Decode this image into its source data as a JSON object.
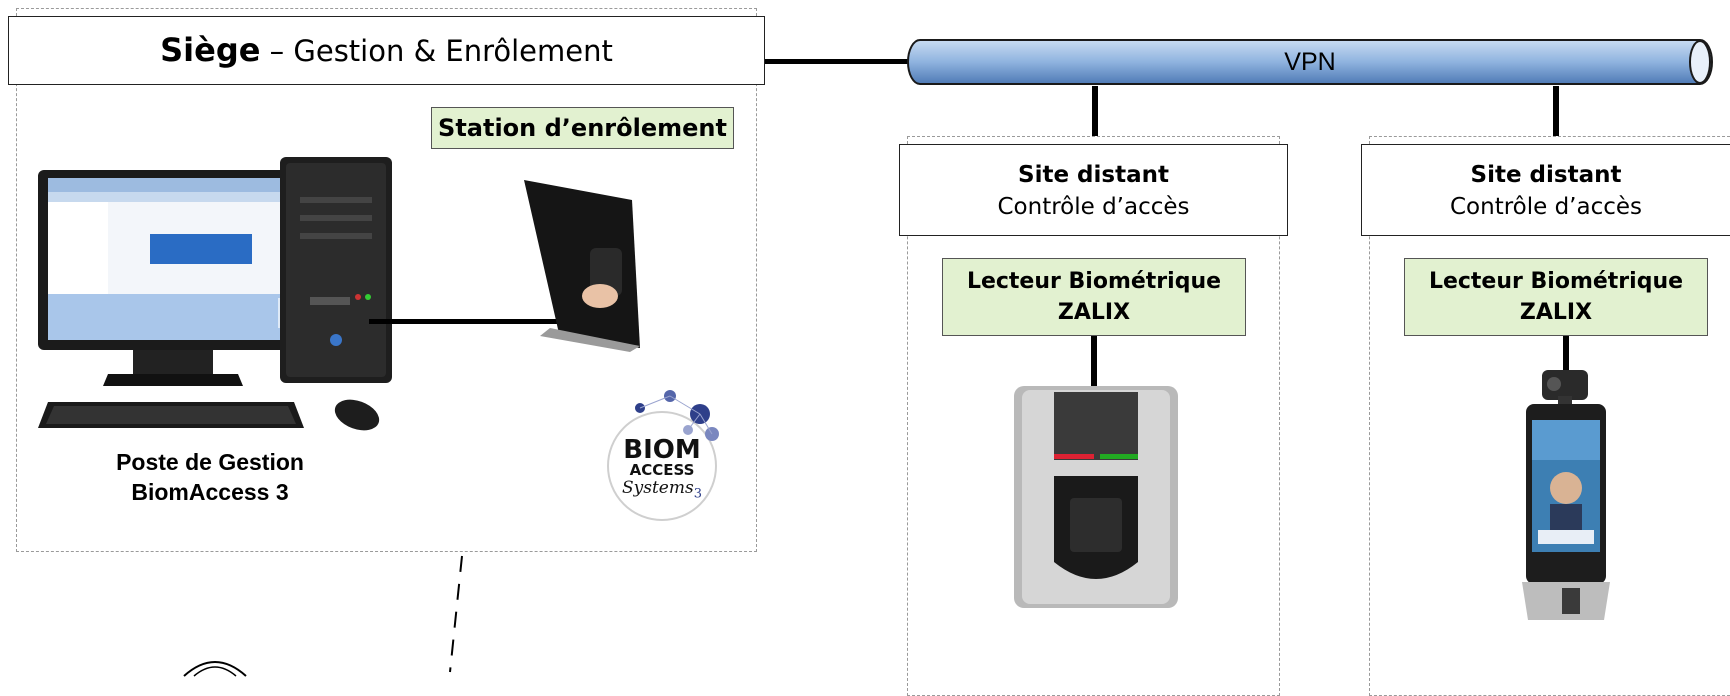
{
  "hq": {
    "title_bold": "Siège",
    "title_rest": " – Gestion & Enrôlement",
    "enrollment_label": "Station d’enrôlement",
    "workstation_line1": "Poste de Gestion",
    "workstation_line2": "BiomAccess 3",
    "logo": {
      "line1": "BIOM",
      "line2": "ACCESS",
      "line3": "Systems",
      "suffix": "3"
    }
  },
  "vpn": {
    "label": "VPN"
  },
  "sites": [
    {
      "title": "Site distant",
      "subtitle": "Contrôle d’accès",
      "reader_line1": "Lecteur Biométrique",
      "reader_line2": "ZALIX"
    },
    {
      "title": "Site distant",
      "subtitle": "Contrôle d’accès",
      "reader_line1": "Lecteur Biométrique",
      "reader_line2": "ZALIX"
    }
  ],
  "colors": {
    "vpn_light": "#c9dcf2",
    "vpn_mid": "#8fb3df",
    "vpn_dark": "#4f7ab5",
    "green_fill": "#e2f1d0"
  },
  "icons": [
    "desktop-computer-icon",
    "tower-case-icon",
    "keyboard-icon",
    "mouse-icon",
    "fingerprint-enrollment-scanner-icon",
    "biometric-reader-device-icon",
    "face-recognition-terminal-icon",
    "biomaccess-logo",
    "person-avatar-icon"
  ]
}
